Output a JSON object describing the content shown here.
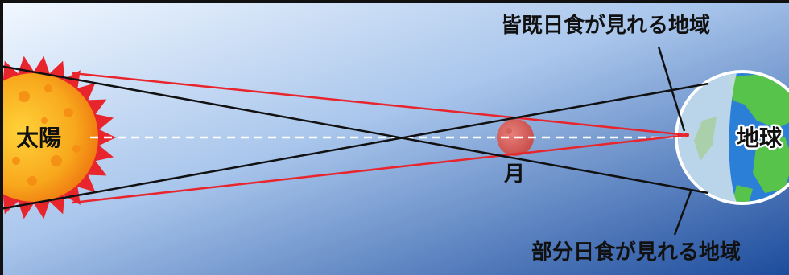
{
  "labels": {
    "sun": "太陽",
    "moon": "月",
    "earth": "地球",
    "total_region": "皆既日食が見れる地域",
    "partial_region": "部分日食が見れる地域"
  },
  "colors": {
    "sky_light": "#eef6ff",
    "sky_dark": "#1e4fa0",
    "sun_ray": "#e8252c",
    "sun_core": "#f7a21a",
    "moon": "#d9605c",
    "earth_ocean": "#2b7fd6",
    "earth_land": "#57c34a",
    "umbra_line": "#e8252c",
    "penumbra_line": "#111111",
    "axis_line": "#ffffff"
  },
  "icons": [
    "sun-icon",
    "moon-icon",
    "earth-icon"
  ]
}
